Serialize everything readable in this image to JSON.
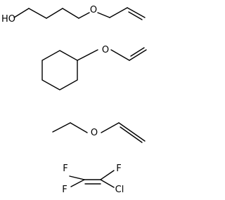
{
  "molecules": [
    {
      "id": "hydroxybutyl-vinyl-ether",
      "atoms": {
        "hydroxyl": "HO",
        "ether_oxygen": "O"
      }
    },
    {
      "id": "cyclohexyl-vinyl-ether",
      "atoms": {
        "ether_oxygen": "O"
      }
    },
    {
      "id": "ethyl-vinyl-ether",
      "atoms": {
        "ether_oxygen": "O"
      }
    },
    {
      "id": "chlorotrifluoroethylene",
      "atoms": {
        "f1": "F",
        "f2": "F",
        "f3": "F",
        "cl": "Cl"
      }
    }
  ],
  "colors": {
    "bond": "#000000",
    "background": "#ffffff"
  }
}
